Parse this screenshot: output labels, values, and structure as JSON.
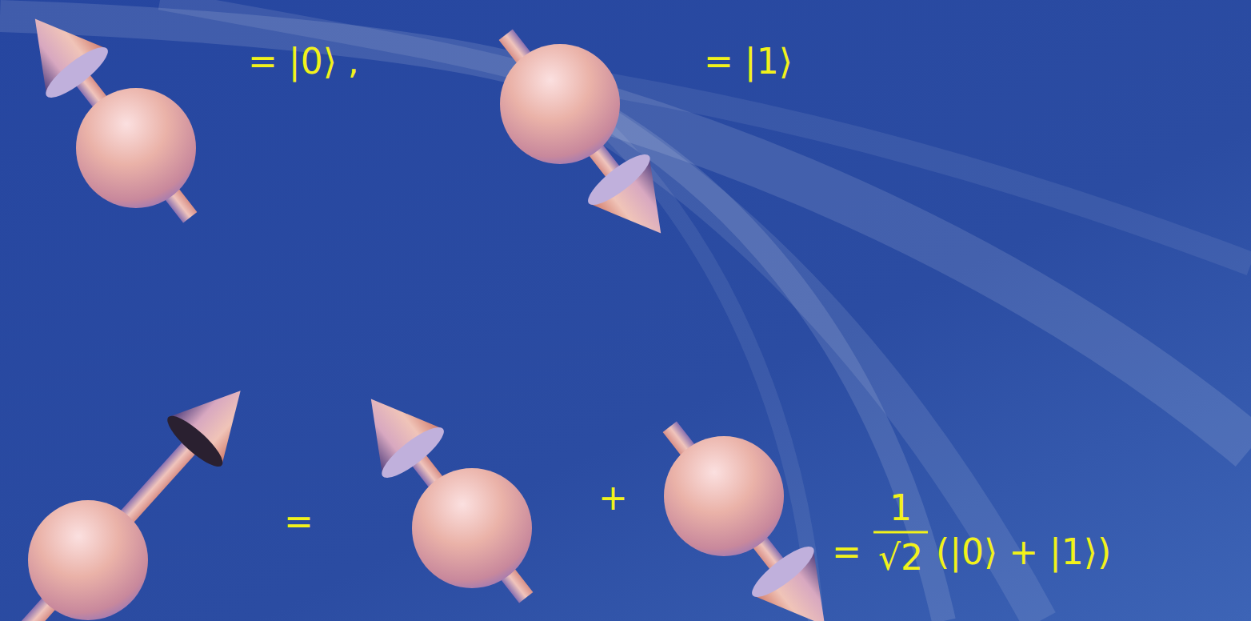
{
  "diagram": {
    "labels": [
      "= |0⟩ ,",
      "= |1⟩",
      "=",
      "+",
      "=",
      "1",
      "√2",
      "(|0⟩ + |1⟩)"
    ]
  }
}
